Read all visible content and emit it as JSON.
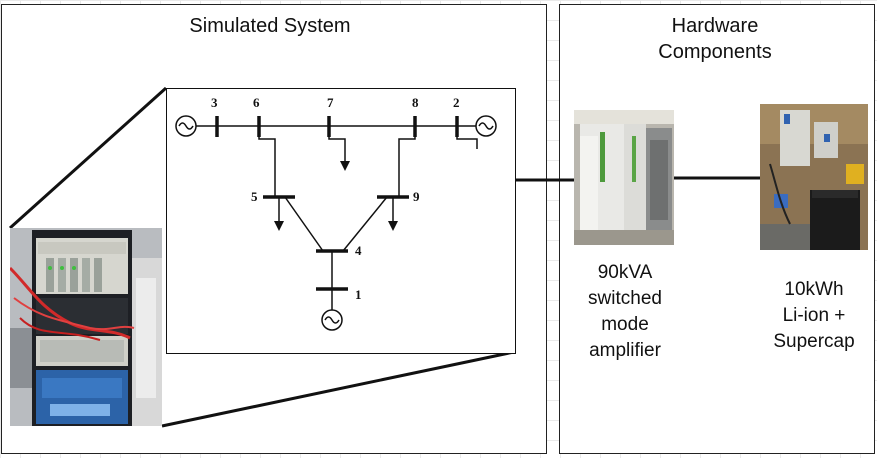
{
  "left_panel": {
    "title": "Simulated System"
  },
  "right_panel": {
    "title_line1": "Hardware",
    "title_line2": "Components"
  },
  "diagram": {
    "bus_labels": {
      "b1": "1",
      "b2": "2",
      "b3": "3",
      "b4": "4",
      "b5": "5",
      "b6": "6",
      "b7": "7",
      "b8": "8",
      "b9": "9"
    }
  },
  "amplifier": {
    "line1": "90kVA",
    "line2": "switched",
    "line3": "mode",
    "line4": "amplifier"
  },
  "battery": {
    "line1": "10kWh",
    "line2": "Li-ion +",
    "line3": "Supercap"
  },
  "colors": {
    "line": "#111111",
    "grid": "#e9e9e9"
  }
}
